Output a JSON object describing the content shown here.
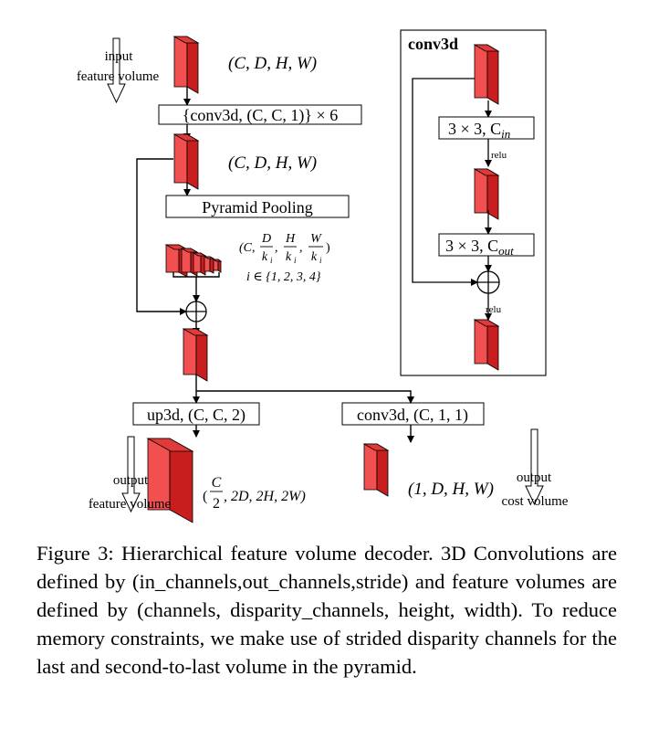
{
  "diagram": {
    "input_label_1": "input",
    "input_label_2": "feature volume",
    "dims_main": "(C, D, H, W)",
    "conv_repeat": "{conv3d, (C, C, 1)} × 6",
    "pyramid_pooling": "Pyramid Pooling",
    "pyramid_dims_open": "(C,",
    "pyramid_D": "D",
    "pyramid_H": "H",
    "pyramid_W": "W",
    "pyramid_ki": "k",
    "pyramid_i": "i",
    "pyramid_index": "i ∈ {1, 2, 3, 4}",
    "up3d": "up3d, (C, C, 2)",
    "conv3d_out": "conv3d, (C, 1, 1)",
    "output_label_1": "output",
    "output_label_2": "feature volume",
    "out_C": "C",
    "out_2": "2",
    "out_dims_tail": ", 2D, 2H, 2W)",
    "cost_dims": "(1, D, H, W)",
    "cost_label_1": "output",
    "cost_label_2": "cost volume",
    "inset_title": "conv3d",
    "inset_conv_in": "3 × 3, C",
    "inset_sub_in": "in",
    "inset_conv_out": "3 × 3, C",
    "inset_sub_out": "out",
    "relu_1": "relu",
    "relu_2": "relu"
  },
  "colors": {
    "block_front": "#f25050",
    "block_side": "#c81e1e",
    "block_top": "#e03a3a",
    "stroke": "#000000"
  },
  "caption": {
    "text": "Figure 3: Hierarchical feature volume decoder. 3D Convolutions are defined by (in_channels,out_channels,stride) and feature volumes are defined by (channels, disparity_channels, height, width). To reduce memory constraints, we make use of strided disparity channels for the last and second-to-last volume in the pyramid."
  }
}
